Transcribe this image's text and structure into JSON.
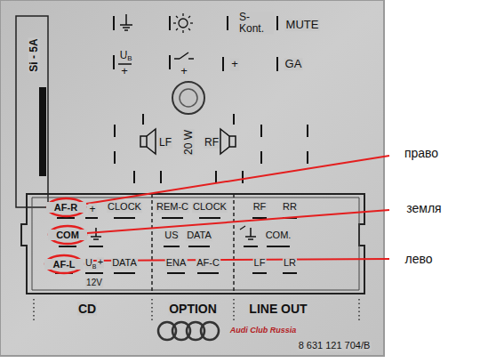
{
  "diagram": {
    "nodes": [
      {
        "text": [
          "AF-R"
        ]
      },
      {
        "text": [
          "COM"
        ]
      },
      {
        "text": [
          "AF-L"
        ]
      }
    ],
    "labels": [
      "Si - 5A",
      "S- Kont.",
      "MUTE",
      "U",
      "B",
      "+",
      "+",
      "+",
      "GA",
      "LF",
      "20 W",
      "RF",
      "+",
      "CLOCK",
      "REM-C",
      "CLOCK",
      "RF",
      "RR",
      "US",
      "DATA",
      "COM.",
      "U",
      "B",
      "+",
      "DATA",
      "ENA",
      "AF-C",
      "LF",
      "LR",
      "12V",
      "CD",
      "OPTION",
      "LINE OUT",
      "Audi Club Russia",
      "8 631 121 704/B",
      "право",
      "земля",
      "лево"
    ]
  }
}
